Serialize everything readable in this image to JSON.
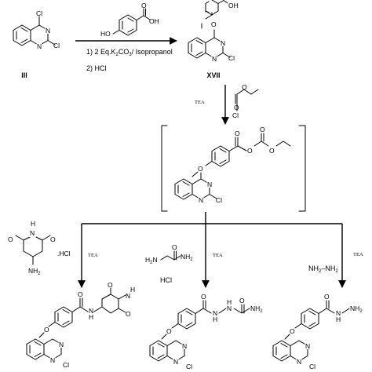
{
  "step1": {
    "reagent_atoms": {
      "ho": "HO",
      "oh": "OH",
      "o": "O"
    },
    "conditions": {
      "line1_prefix": "1) 2 Eq.K",
      "sub1": "2",
      "line1_mid": "CO",
      "sub2": "3",
      "line1_suffix": "/ Isopropanol",
      "line2": "2) HCl"
    }
  },
  "compound_iii": {
    "label": "III",
    "atoms": {
      "cl1": "Cl",
      "cl2": "Cl",
      "n1": "N",
      "n2": "N"
    }
  },
  "compound_xvii": {
    "label": "XVII",
    "atoms": {
      "o": "O",
      "oh": "OH",
      "n1": "N",
      "n2": "N",
      "cl": "Cl"
    }
  },
  "step2": {
    "base": "TEA",
    "chloroformate_atoms": {
      "o": "O",
      "o2": "O",
      "cl": "Cl"
    }
  },
  "intermediate": {
    "atoms": {
      "o_ether": "O",
      "o1": "O",
      "o2": "O",
      "o3": "O",
      "o4": "O",
      "n1": "N",
      "n2": "N",
      "cl": "Cl"
    }
  },
  "branch_a": {
    "base": "TEA",
    "salt": ".HCl",
    "amine_atoms": {
      "h": "H",
      "n": "N",
      "o1": "O",
      "o2": "O",
      "nh2": "NH",
      "sub": "2"
    }
  },
  "branch_b": {
    "base": "TEA",
    "reagent_prefix": "H",
    "reagent_sub": "2",
    "reagent_n": "N",
    "reagent_atoms": {
      "o": "O",
      "nh2": "NH",
      "sub": "2"
    },
    "salt": "HCl"
  },
  "branch_c": {
    "base": "TEA",
    "reagent": {
      "nh": "NH",
      "sub1": "2",
      "dash": "–NH",
      "sub2": "2"
    }
  },
  "product_a": {
    "atoms": {
      "o_ether": "O",
      "o_amide": "O",
      "o1": "O",
      "o2": "O",
      "nh_h": "H",
      "nh_n": "N",
      "n_ring_h": "H",
      "n_ring": "N",
      "n1": "N",
      "cl": "Cl"
    }
  },
  "product_b": {
    "atoms": {
      "o_ether": "O",
      "o_amide": "O",
      "o2": "O",
      "h1": "H",
      "n1": "N",
      "n2": "N",
      "h2": "H",
      "nh2": "NH",
      "sub": "2",
      "n_ring": "N",
      "cl": "Cl"
    }
  },
  "product_c": {
    "atoms": {
      "o_ether": "O",
      "o_amide": "O",
      "h1": "H",
      "n1": "N",
      "n2": "N",
      "h2": "H",
      "sub": "2",
      "n_ring": "N",
      "cl": "Cl"
    }
  }
}
